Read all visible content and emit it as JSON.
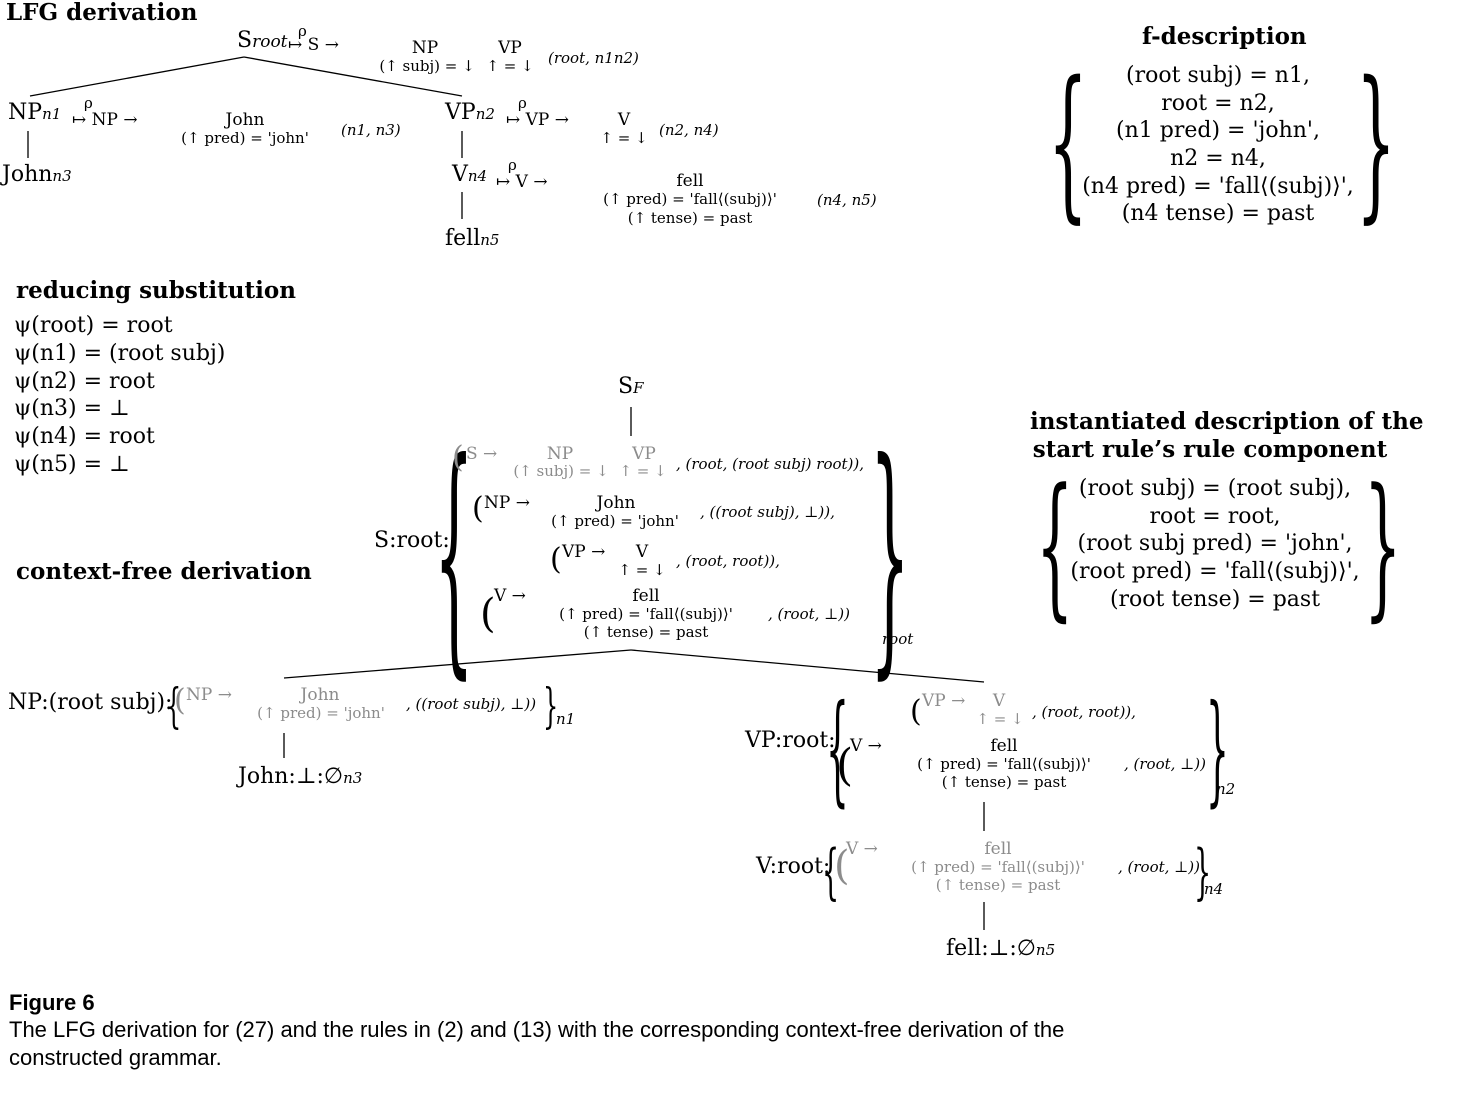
{
  "headings": {
    "lfg": "LFG derivation",
    "fdesc": "f-description",
    "reducing": "reducing substitution",
    "cfd": "context-free derivation",
    "inst1": "instantiated description of the",
    "inst2": "start rule’s rule component"
  },
  "lfg_tree": {
    "s_root": "S",
    "s_root_sub": "root",
    "rule_map": "↦ S →",
    "rho": "ρ",
    "s_np": "NP",
    "s_np_ann": "(↑ subj) = ↓",
    "s_vp": "VP",
    "s_vp_ann": "↑ = ↓",
    "s_pair": "(root, n1n2)",
    "np": "NP",
    "np_sub": "n1",
    "np_rule": "↦ NP →",
    "np_john": "John",
    "np_ann": "(↑ pred) = 'john'",
    "np_pair": "(n1, n3)",
    "john": "John",
    "john_sub": "n3",
    "vp": "VP",
    "vp_sub": "n2",
    "vp_rule": "↦ VP →",
    "vp_v": "V",
    "vp_ann": "↑ = ↓",
    "vp_pair": "(n2, n4)",
    "v": "V",
    "v_sub": "n4",
    "v_rule": "↦ V →",
    "v_fell": "fell",
    "v_ann1": "(↑ pred) = 'fall⟨(subj)⟩'",
    "v_ann2": "(↑ tense) = past",
    "v_pair": "(n4, n5)",
    "fell": "fell",
    "fell_sub": "n5"
  },
  "f_description": [
    "(root subj) = n1,",
    "root = n2,",
    "(n1 pred) = 'john',",
    "n2 = n4,",
    "(n4 pred) = 'fall⟨(subj)⟩',",
    "(n4 tense) = past"
  ],
  "reducing_substitution": [
    "ψ(root) = root",
    "ψ(n1) = (root subj)",
    "ψ(n2) = root",
    "ψ(n3) = ⊥",
    "ψ(n4) = root",
    "ψ(n5) = ⊥"
  ],
  "cf_tree": {
    "sf": "S",
    "sf_sub": "F",
    "s_label": "S:root:",
    "s_rules": [
      {
        "lhs": "S →",
        "rhs": "NP",
        "rhs_ann": "(↑ subj) = ↓",
        "rhs2": "VP",
        "rhs2_ann": "↑ = ↓",
        "tail": ", (root, (root subj) root)),"
      },
      {
        "lhs": "NP →",
        "rhs": "John",
        "rhs_ann": "(↑ pred) = 'john'",
        "tail": ", ((root subj), ⊥)),"
      },
      {
        "lhs": "VP →",
        "rhs": "V",
        "rhs_ann": "↑ = ↓",
        "tail": ", (root, root)),"
      },
      {
        "lhs": "V →",
        "rhs": "fell",
        "rhs_ann": "(↑ pred) = 'fall⟨(subj)⟩'",
        "rhs_ann2": "(↑ tense) = past",
        "tail": ", (root, ⊥))"
      }
    ],
    "s_sub": "root",
    "np_label": "NP:(root subj):",
    "np_sub": "n1",
    "john_label": "John:⊥:∅",
    "john_sub": "n3",
    "vp_label": "VP:root:",
    "vp_sub": "n2",
    "v_label": "V:root:",
    "v_sub": "n4",
    "fell_label": "fell:⊥:∅",
    "fell_sub": "n5"
  },
  "instantiated": [
    "(root subj) = (root subj),",
    "root = root,",
    "(root subj pred) = 'john',",
    "(root pred) = 'fall⟨(subj)⟩',",
    "(root tense) = past"
  ],
  "caption": {
    "label": "Figure 6",
    "text1": "The LFG derivation for (27) and the rules in (2) and (13) with the corresponding context-free derivation of the",
    "text2": "constructed grammar."
  }
}
